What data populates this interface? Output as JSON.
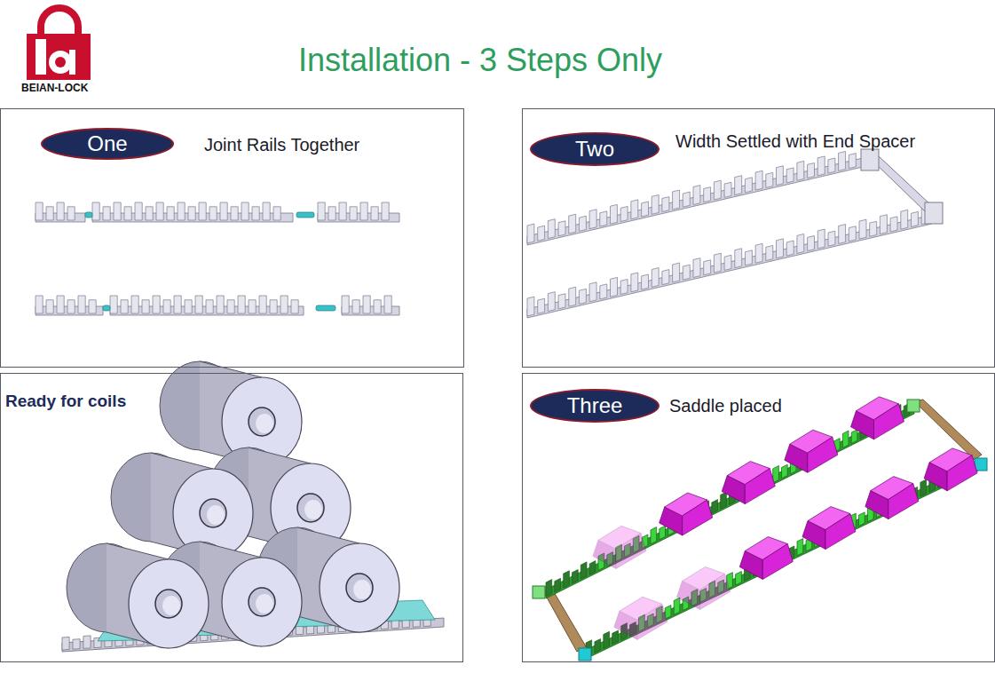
{
  "diagram": {
    "title": "Installation - 3 Steps Only",
    "nodes": [
      {
        "text": [
          "Joint Rails Together"
        ]
      },
      {
        "text": [
          "One"
        ],
        "in": 0
      },
      {
        "text": [
          "Width Settled with End Spacer"
        ]
      },
      {
        "text": [
          "Two"
        ],
        "in": 2
      },
      {
        "text": [
          "Ready for coils"
        ]
      },
      {
        "text": [
          "Saddle placed"
        ]
      },
      {
        "text": [
          "Three"
        ],
        "in": 5
      }
    ],
    "labels": [
      "BEIAN-LOCK"
    ]
  }
}
